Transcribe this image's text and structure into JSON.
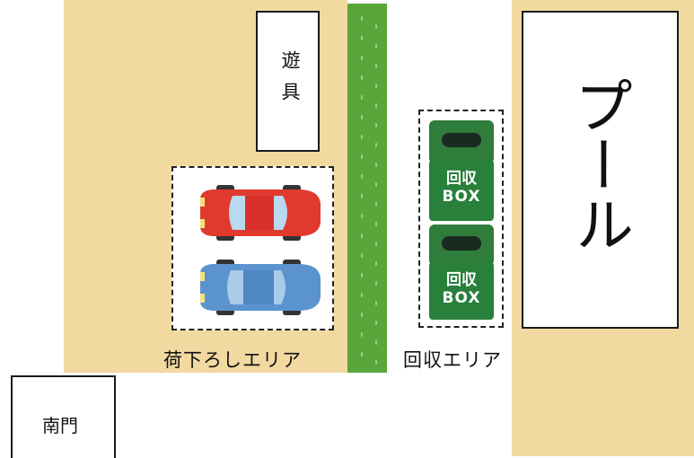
{
  "map": {
    "playground_label": "遊具",
    "pool_label": "プール",
    "unloading_area_label": "荷下ろしエリア",
    "collection_area_label": "回収エリア",
    "south_gate_label": "南門",
    "bin_label_top": "回収",
    "bin_label_bottom": "BOX"
  },
  "colors": {
    "ground": "#f1d9a0",
    "green_strip": "#5aa63b",
    "car_red": "#e03a2f",
    "car_blue": "#5b93cf",
    "bin_green": "#28803a"
  },
  "icons": [
    "red-car-icon",
    "blue-car-icon",
    "collection-box-icon",
    "collection-box-icon"
  ]
}
